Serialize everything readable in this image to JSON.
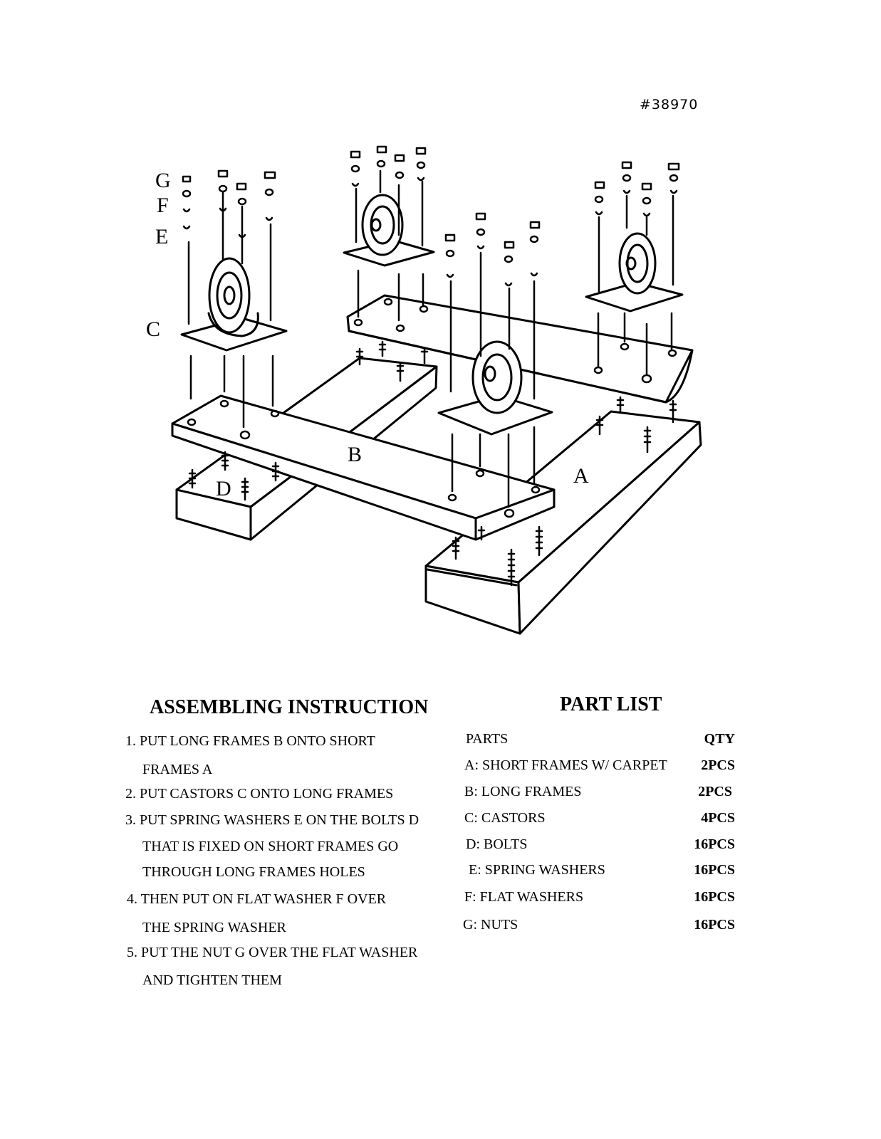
{
  "document_number": "#38970",
  "diagram": {
    "labels": {
      "G": "G",
      "F": "F",
      "E": "E",
      "C": "C",
      "B": "B",
      "D": "D",
      "A": "A"
    }
  },
  "instructions": {
    "heading": "ASSEMBLING INSTRUCTION",
    "lines": [
      "1. PUT LONG FRAMES B ONTO SHORT",
      "FRAMES A",
      "2. PUT CASTORS C ONTO LONG FRAMES",
      "3. PUT SPRING WASHERS E ON THE BOLTS D",
      "THAT IS FIXED ON SHORT FRAMES GO",
      "THROUGH LONG FRAMES HOLES",
      "4. THEN PUT ON FLAT WASHER F OVER",
      "THE SPRING WASHER",
      "5. PUT THE NUT G OVER THE FLAT WASHER",
      "AND TIGHTEN THEM"
    ]
  },
  "part_list": {
    "heading": "PART LIST",
    "header": {
      "parts": "PARTS",
      "qty": "QTY"
    },
    "rows": [
      {
        "part": "A: SHORT FRAMES W/ CARPET",
        "qty": "2PCS"
      },
      {
        "part": "B: LONG FRAMES",
        "qty": "2PCS"
      },
      {
        "part": "C: CASTORS",
        "qty": "4PCS"
      },
      {
        "part": "D: BOLTS",
        "qty": "16PCS"
      },
      {
        "part": "E: SPRING WASHERS",
        "qty": "16PCS"
      },
      {
        "part": "F: FLAT WASHERS",
        "qty": "16PCS"
      },
      {
        "part": "G: NUTS",
        "qty": "16PCS"
      }
    ]
  }
}
